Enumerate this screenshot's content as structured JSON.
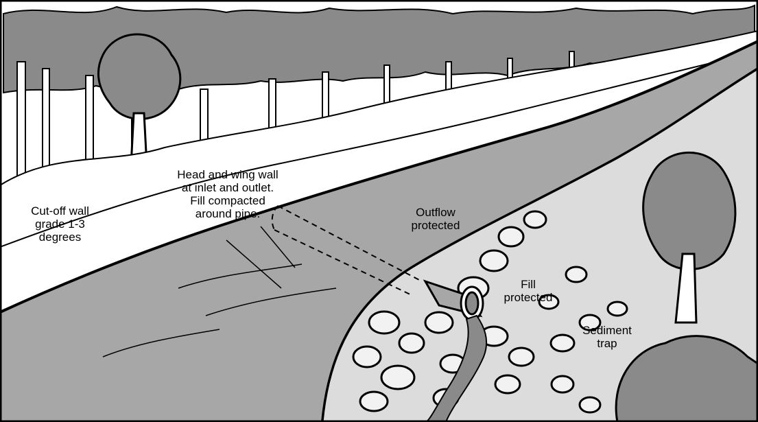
{
  "labels": {
    "cutoff_wall": [
      "Cut-off wall",
      "grade 1-3",
      "degrees"
    ],
    "head_wing_wall": [
      "Head and wing wall",
      "at inlet and outlet.",
      "Fill compacted",
      "around pipe."
    ],
    "outflow": [
      "Outflow",
      "protected"
    ],
    "fill_protected": [
      "Fill",
      "protected"
    ],
    "sediment_trap": [
      "Sediment",
      "trap"
    ]
  },
  "colors": {
    "foliage": "#8a8a8a",
    "road": "#a7a7a7",
    "slope": "#dcdcdc",
    "ink": "#000000",
    "rock": "#f2f2f2"
  }
}
